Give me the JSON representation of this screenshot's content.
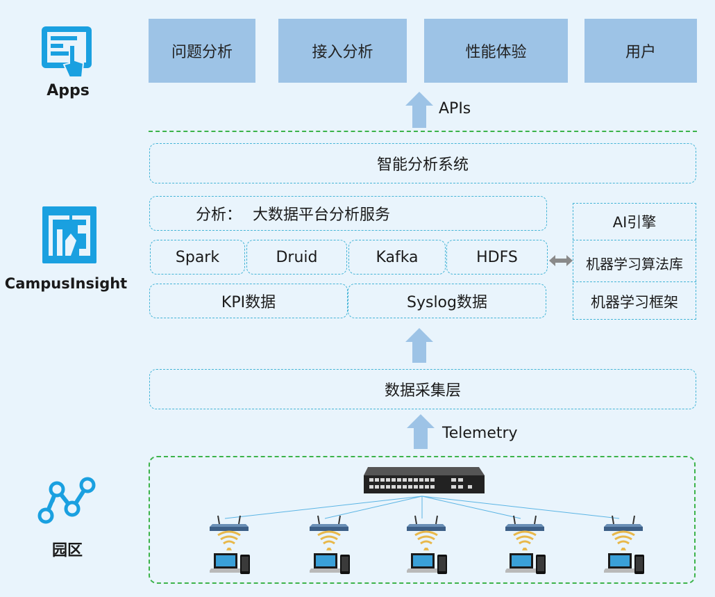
{
  "layers": {
    "apps_label": "Apps",
    "campus_label": "CampusInsight",
    "site_label": "园区"
  },
  "apps": [
    "问题分析",
    "接入分析",
    "性能体验",
    "用户"
  ],
  "apis_label": "APIs",
  "smart_system": "智能分析系统",
  "analysis": {
    "prefix": "分析：",
    "title": "大数据平台分析服务"
  },
  "components": [
    "Spark",
    "Druid",
    "Kafka",
    "HDFS"
  ],
  "data_sources": [
    "KPI数据",
    "Syslog数据"
  ],
  "ai_panel": [
    "AI引擎",
    "机器学习算法库",
    "机器学习框架"
  ],
  "collection_layer": "数据采集层",
  "telemetry_label": "Telemetry",
  "colors": {
    "app_box": "#9dc3e6",
    "background": "#e9f4fc",
    "dashed_border": "#44b4d6",
    "separator": "#3cb34a",
    "icon": "#1aa0e0",
    "arrow": "#9dc3e6"
  },
  "icons": [
    "tablet-touch-icon",
    "campus-insight-logo-icon",
    "network-nodes-icon",
    "switch-icon",
    "access-point-icon",
    "laptop-icon",
    "phone-icon"
  ]
}
